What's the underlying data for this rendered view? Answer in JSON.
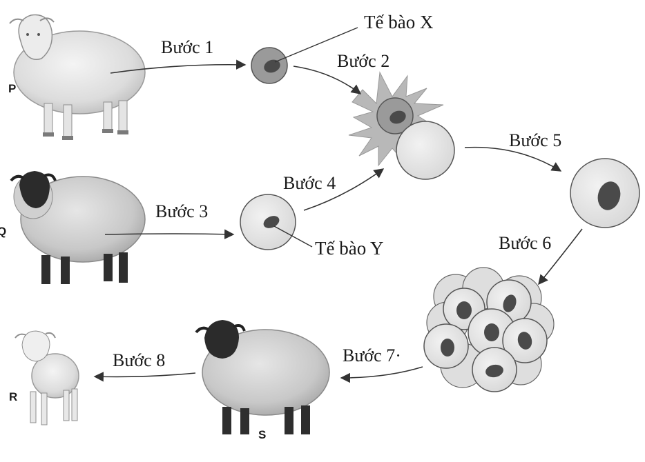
{
  "steps": {
    "step1": "Bước 1",
    "step2": "Bước 2",
    "step3": "Bước 3",
    "step4": "Bước 4",
    "step5": "Bước 5",
    "step6": "Bước 6",
    "step7": "Bước 7·",
    "step8": "Bước 8"
  },
  "cells": {
    "x": "Tế bào X",
    "y": "Tế bào Y"
  },
  "animals": {
    "p": "P",
    "q": "Q",
    "r": "R",
    "s": "S"
  }
}
